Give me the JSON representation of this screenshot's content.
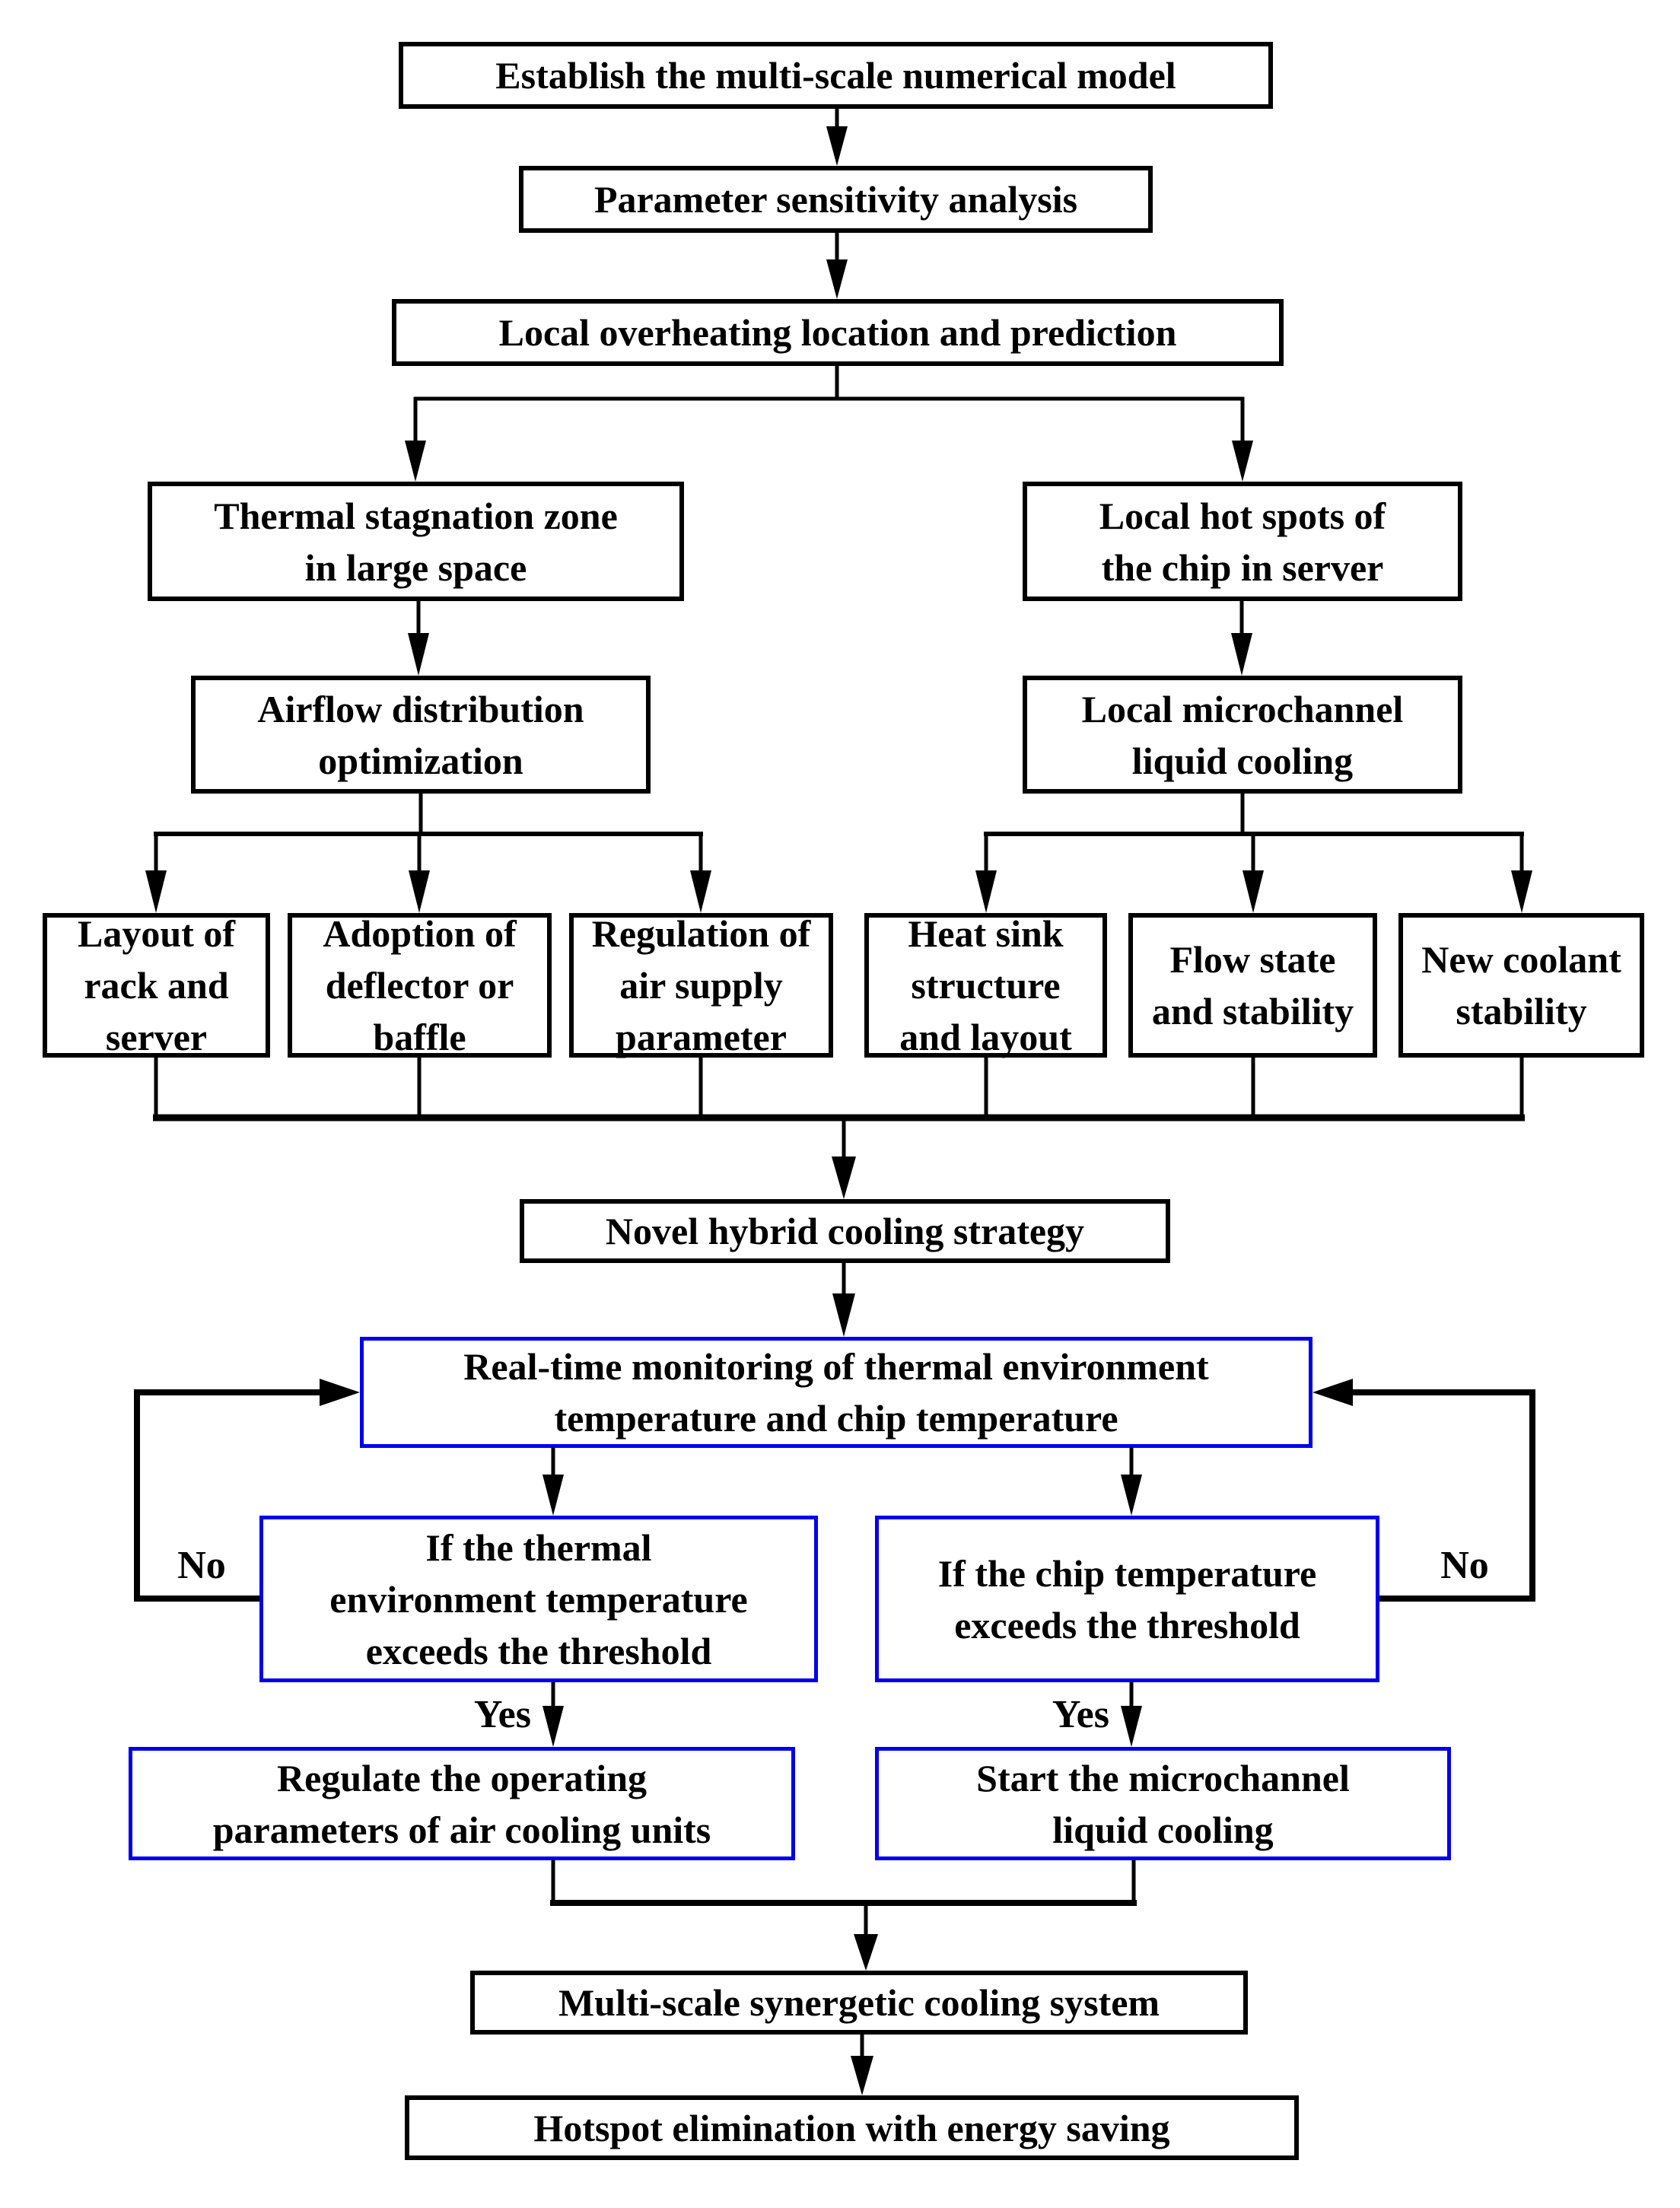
{
  "figure": {
    "title": "Multi-scale cooling strategy flowchart"
  },
  "colors": {
    "accent_blue": "#0000ee",
    "line_black": "#000000",
    "background": "#ffffff"
  },
  "nodes": {
    "establish": {
      "label": "Establish the multi-scale numerical model"
    },
    "sensitivity": {
      "label": "Parameter sensitivity analysis"
    },
    "overheating": {
      "label": "Local overheating location and prediction"
    },
    "thermal_zone": {
      "label": "Thermal stagnation zone\nin large space"
    },
    "hot_spots": {
      "label": "Local hot spots of\nthe chip in server"
    },
    "airflow": {
      "label": "Airflow distribution\noptimization"
    },
    "microchannel": {
      "label": "Local microchannel\nliquid cooling"
    },
    "layout_rack": {
      "label": "Layout of\nrack and\nserver"
    },
    "deflector": {
      "label": "Adoption of\ndeflector or\nbaffle"
    },
    "air_supply": {
      "label": "Regulation of\nair supply\nparameter"
    },
    "heat_sink": {
      "label": "Heat sink\nstructure\nand layout"
    },
    "flow_state": {
      "label": "Flow state\nand stability"
    },
    "new_coolant": {
      "label": "New coolant\nstability"
    },
    "hybrid": {
      "label": "Novel hybrid cooling strategy"
    },
    "monitoring": {
      "label": "Real-time monitoring of thermal environment\ntemperature and chip temperature"
    },
    "decision_env": {
      "label": "If the thermal\nenvironment temperature\nexceeds the threshold"
    },
    "decision_chip": {
      "label": "If the chip temperature\nexceeds the threshold"
    },
    "regulate_air": {
      "label": "Regulate the operating\nparameters of air cooling units"
    },
    "start_micro": {
      "label": "Start the microchannel\nliquid cooling"
    },
    "synergetic": {
      "label": "Multi-scale synergetic cooling system"
    },
    "hotspot_elim": {
      "label": "Hotspot elimination with energy saving"
    }
  },
  "edge_labels": {
    "no_left": "No",
    "no_right": "No",
    "yes_left": "Yes",
    "yes_right": "Yes"
  }
}
